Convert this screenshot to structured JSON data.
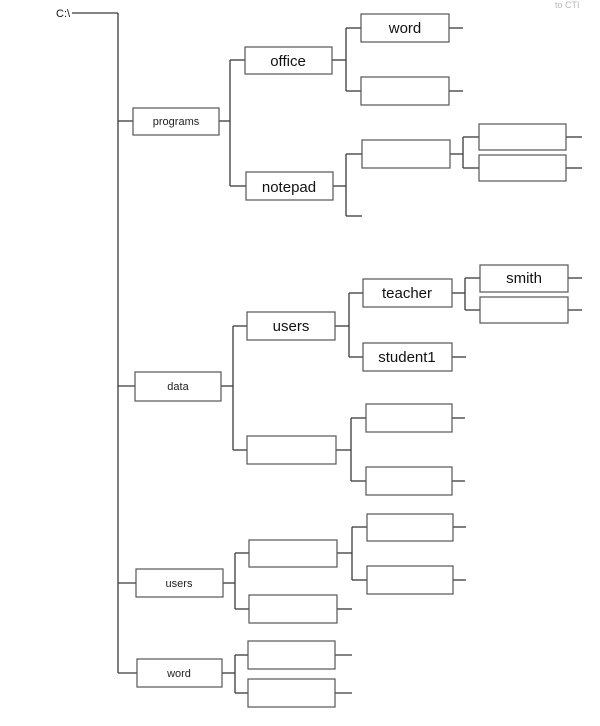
{
  "diagram": {
    "root": "C:\\",
    "page_header_fragment": "to CTI",
    "level1": [
      "programs",
      "data",
      "users",
      "word"
    ],
    "programs_children": [
      "office",
      "notepad"
    ],
    "office_children": [
      "word",
      ""
    ],
    "notepad_children": [
      "",
      ""
    ],
    "notepad_grandchildren": [
      "",
      ""
    ],
    "data_children": [
      "users",
      ""
    ],
    "data_users_children": [
      "teacher",
      "student1"
    ],
    "teacher_children": [
      "smith",
      ""
    ],
    "data_blank_children": [
      "",
      ""
    ],
    "users_children": [
      "",
      ""
    ],
    "users_blank_children": [
      "",
      ""
    ],
    "word_children": [
      "",
      ""
    ]
  },
  "colors": {
    "line": "#3a3a3a",
    "box_border": "#555555",
    "text": "#111111",
    "background": "#ffffff"
  }
}
